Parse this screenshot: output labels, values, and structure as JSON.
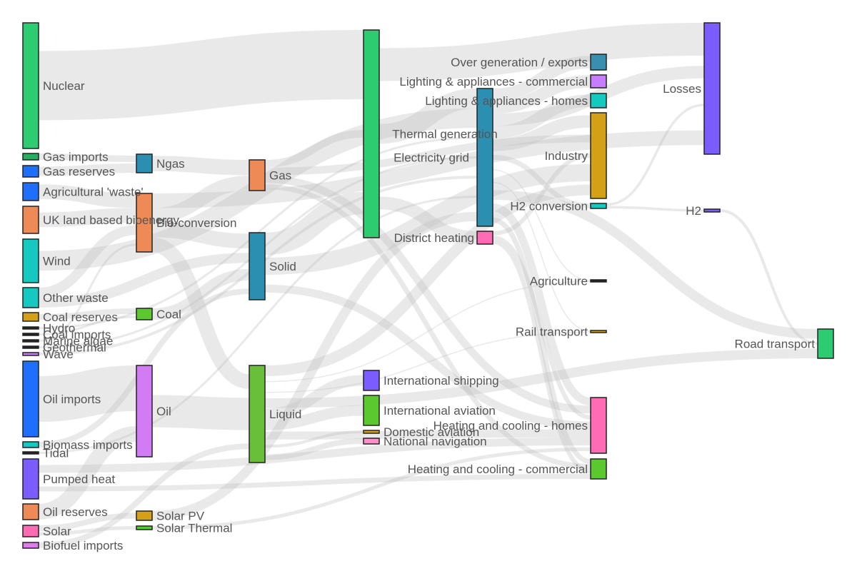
{
  "nodes": [
    {
      "id": "Nuclear",
      "label": "Nuclear",
      "color": "#2ecc71"
    },
    {
      "id": "Gas imports",
      "label": "Gas imports",
      "color": "#27ae60"
    },
    {
      "id": "Gas reserves",
      "label": "Gas reserves",
      "color": "#1f6fff"
    },
    {
      "id": "Agricultural 'waste'",
      "label": "Agricultural 'waste'",
      "color": "#1f6fff"
    },
    {
      "id": "UK land based bioenergy",
      "label": "UK land based bioenergy",
      "color": "#ee8a55"
    },
    {
      "id": "Wind",
      "label": "Wind",
      "color": "#15c9c0"
    },
    {
      "id": "Other waste",
      "label": "Other waste",
      "color": "#15c9c0"
    },
    {
      "id": "Coal reserves",
      "label": "Coal reserves",
      "color": "#d4a017"
    },
    {
      "id": "Hydro",
      "label": "Hydro",
      "color": "#222222"
    },
    {
      "id": "Coal imports",
      "label": "Coal imports",
      "color": "#222222"
    },
    {
      "id": "Marine algae",
      "label": "Marine algae",
      "color": "#222222"
    },
    {
      "id": "Geothermal",
      "label": "Geothermal",
      "color": "#222222"
    },
    {
      "id": "Wave",
      "label": "Wave",
      "color": "#c77dff"
    },
    {
      "id": "Oil imports",
      "label": "Oil imports",
      "color": "#1f6fff"
    },
    {
      "id": "Biomass imports",
      "label": "Biomass imports",
      "color": "#15c9c0"
    },
    {
      "id": "Tidal",
      "label": "Tidal",
      "color": "#222222"
    },
    {
      "id": "Pumped heat",
      "label": "Pumped heat",
      "color": "#7b5cff"
    },
    {
      "id": "Oil reserves",
      "label": "Oil reserves",
      "color": "#ee8a55"
    },
    {
      "id": "Solar",
      "label": "Solar",
      "color": "#ff6bb5"
    },
    {
      "id": "Biofuel imports",
      "label": "Biofuel imports",
      "color": "#e07cf0"
    },
    {
      "id": "Ngas",
      "label": "Ngas",
      "color": "#2a8fb0"
    },
    {
      "id": "Bio-conversion",
      "label": "Bio-conversion",
      "color": "#ee8a55"
    },
    {
      "id": "Coal",
      "label": "Coal",
      "color": "#5ac82e"
    },
    {
      "id": "Oil",
      "label": "Oil",
      "color": "#d17cf5"
    },
    {
      "id": "Solar PV",
      "label": "Solar PV",
      "color": "#d4a017"
    },
    {
      "id": "Solar Thermal",
      "label": "Solar Thermal",
      "color": "#5ac82e"
    },
    {
      "id": "Gas",
      "label": "Gas",
      "color": "#ee8a55"
    },
    {
      "id": "Solid",
      "label": "Solid",
      "color": "#2a8fb0"
    },
    {
      "id": "Liquid",
      "label": "Liquid",
      "color": "#6abf3a"
    },
    {
      "id": "Thermal generation",
      "label": "Thermal generation",
      "color": "#2ecc71"
    },
    {
      "id": "District heating",
      "label": "District heating",
      "color": "#ff6bb5"
    },
    {
      "id": "International shipping",
      "label": "International shipping",
      "color": "#7b5cff"
    },
    {
      "id": "International aviation",
      "label": "International aviation",
      "color": "#5ac82e"
    },
    {
      "id": "Domestic aviation",
      "label": "Domestic aviation",
      "color": "#d4a017"
    },
    {
      "id": "National navigation",
      "label": "National navigation",
      "color": "#ff8fc8"
    },
    {
      "id": "Electricity grid",
      "label": "Electricity grid",
      "color": "#2a8fb0"
    },
    {
      "id": "Over generation / exports",
      "label": "Over generation / exports",
      "color": "#3a8fb0"
    },
    {
      "id": "Lighting & appliances - commercial",
      "label": "Lighting & appliances - commercial",
      "color": "#c77dff"
    },
    {
      "id": "Lighting & appliances - homes",
      "label": "Lighting & appliances - homes",
      "color": "#15c9c0"
    },
    {
      "id": "Industry",
      "label": "Industry",
      "color": "#d4a017"
    },
    {
      "id": "H2 conversion",
      "label": "H2 conversion",
      "color": "#15c9c0"
    },
    {
      "id": "Agriculture",
      "label": "Agriculture",
      "color": "#222222"
    },
    {
      "id": "Rail transport",
      "label": "Rail transport",
      "color": "#d4a017"
    },
    {
      "id": "Heating and cooling - homes",
      "label": "Heating and cooling - homes",
      "color": "#ff6bb5"
    },
    {
      "id": "Heating and cooling - commercial",
      "label": "Heating and cooling - commercial",
      "color": "#5ac82e"
    },
    {
      "id": "Losses",
      "label": "Losses",
      "color": "#7b5cff"
    },
    {
      "id": "H2",
      "label": "H2",
      "color": "#7b5cff"
    },
    {
      "id": "Road transport",
      "label": "Road transport",
      "color": "#2ecc71"
    }
  ],
  "links": [
    {
      "source": "Nuclear",
      "target": "Thermal generation"
    },
    {
      "source": "Gas imports",
      "target": "Ngas"
    },
    {
      "source": "Gas reserves",
      "target": "Ngas"
    },
    {
      "source": "Agricultural 'waste'",
      "target": "Bio-conversion"
    },
    {
      "source": "UK land based bioenergy",
      "target": "Bio-conversion"
    },
    {
      "source": "Wind",
      "target": "Electricity grid"
    },
    {
      "source": "Other waste",
      "target": "Bio-conversion"
    },
    {
      "source": "Other waste",
      "target": "Solid"
    },
    {
      "source": "Coal reserves",
      "target": "Coal"
    },
    {
      "source": "Coal imports",
      "target": "Coal"
    },
    {
      "source": "Hydro",
      "target": "Electricity grid"
    },
    {
      "source": "Marine algae",
      "target": "Bio-conversion"
    },
    {
      "source": "Geothermal",
      "target": "Electricity grid"
    },
    {
      "source": "Wave",
      "target": "Electricity grid"
    },
    {
      "source": "Oil imports",
      "target": "Oil"
    },
    {
      "source": "Biomass imports",
      "target": "Solid"
    },
    {
      "source": "Tidal",
      "target": "Electricity grid"
    },
    {
      "source": "Pumped heat",
      "target": "Heating and cooling - homes"
    },
    {
      "source": "Pumped heat",
      "target": "Heating and cooling - commercial"
    },
    {
      "source": "Oil reserves",
      "target": "Oil"
    },
    {
      "source": "Solar",
      "target": "Solar PV"
    },
    {
      "source": "Solar",
      "target": "Solar Thermal"
    },
    {
      "source": "Biofuel imports",
      "target": "Liquid"
    },
    {
      "source": "Ngas",
      "target": "Gas"
    },
    {
      "source": "Bio-conversion",
      "target": "Gas"
    },
    {
      "source": "Bio-conversion",
      "target": "Solid"
    },
    {
      "source": "Bio-conversion",
      "target": "Liquid"
    },
    {
      "source": "Bio-conversion",
      "target": "Losses"
    },
    {
      "source": "Coal",
      "target": "Solid"
    },
    {
      "source": "Oil",
      "target": "Liquid"
    },
    {
      "source": "Solar PV",
      "target": "Electricity grid"
    },
    {
      "source": "Solar Thermal",
      "target": "Heating and cooling - homes"
    },
    {
      "source": "Gas",
      "target": "Thermal generation"
    },
    {
      "source": "Gas",
      "target": "Industry"
    },
    {
      "source": "Gas",
      "target": "Heating and cooling - homes"
    },
    {
      "source": "Gas",
      "target": "Heating and cooling - commercial"
    },
    {
      "source": "Solid",
      "target": "Thermal generation"
    },
    {
      "source": "Solid",
      "target": "Industry"
    },
    {
      "source": "Solid",
      "target": "Heating and cooling - homes"
    },
    {
      "source": "Liquid",
      "target": "International shipping"
    },
    {
      "source": "Liquid",
      "target": "International aviation"
    },
    {
      "source": "Liquid",
      "target": "Domestic aviation"
    },
    {
      "source": "Liquid",
      "target": "National navigation"
    },
    {
      "source": "Liquid",
      "target": "Industry"
    },
    {
      "source": "Liquid",
      "target": "Road transport"
    },
    {
      "source": "Liquid",
      "target": "Agriculture"
    },
    {
      "source": "Liquid",
      "target": "Rail transport"
    },
    {
      "source": "Liquid",
      "target": "Heating and cooling - homes"
    },
    {
      "source": "Thermal generation",
      "target": "Electricity grid"
    },
    {
      "source": "Thermal generation",
      "target": "Losses"
    },
    {
      "source": "Thermal generation",
      "target": "District heating"
    },
    {
      "source": "District heating",
      "target": "Industry"
    },
    {
      "source": "District heating",
      "target": "Heating and cooling - homes"
    },
    {
      "source": "District heating",
      "target": "Heating and cooling - commercial"
    },
    {
      "source": "Electricity grid",
      "target": "Over generation / exports"
    },
    {
      "source": "Electricity grid",
      "target": "Lighting & appliances - commercial"
    },
    {
      "source": "Electricity grid",
      "target": "Lighting & appliances - homes"
    },
    {
      "source": "Electricity grid",
      "target": "Industry"
    },
    {
      "source": "Electricity grid",
      "target": "H2 conversion"
    },
    {
      "source": "Electricity grid",
      "target": "Agriculture"
    },
    {
      "source": "Electricity grid",
      "target": "Rail transport"
    },
    {
      "source": "Electricity grid",
      "target": "Road transport"
    },
    {
      "source": "Electricity grid",
      "target": "Heating and cooling - homes"
    },
    {
      "source": "Electricity grid",
      "target": "Heating and cooling - commercial"
    },
    {
      "source": "Electricity grid",
      "target": "Losses"
    },
    {
      "source": "H2 conversion",
      "target": "H2"
    },
    {
      "source": "H2 conversion",
      "target": "Losses"
    },
    {
      "source": "H2",
      "target": "Road transport"
    }
  ]
}
